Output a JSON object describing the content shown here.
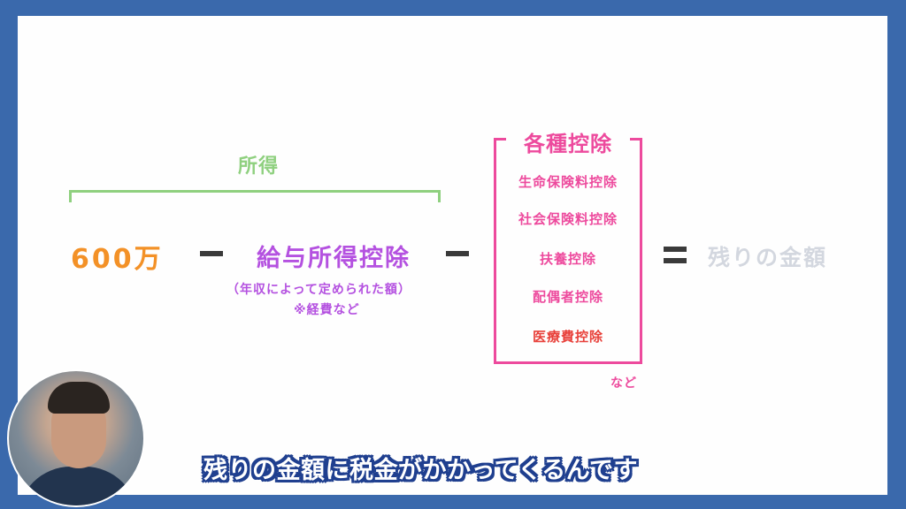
{
  "diagram": {
    "income_label": "所得",
    "amount": "600万",
    "salary_deduction": "給与所得控除",
    "salary_note_1": "（年収によって定められた額）",
    "salary_note_2": "※経費など",
    "deductions_title": "各種控除",
    "deductions": [
      "生命保険料控除",
      "社会保険料控除",
      "扶養控除",
      "配偶者控除",
      "医療費控除"
    ],
    "deductions_etc": "など",
    "result": "残りの金額"
  },
  "subtitle": "残りの金額に税金がかかってくるんです",
  "colors": {
    "border": "#3a69ac",
    "income": "#8fd07f",
    "amount": "#f39127",
    "salary": "#b451e0",
    "deductions": "#ed4a9d",
    "medical": "#e8403a",
    "result": "#d3d7df",
    "operator": "#3a3a3a"
  }
}
